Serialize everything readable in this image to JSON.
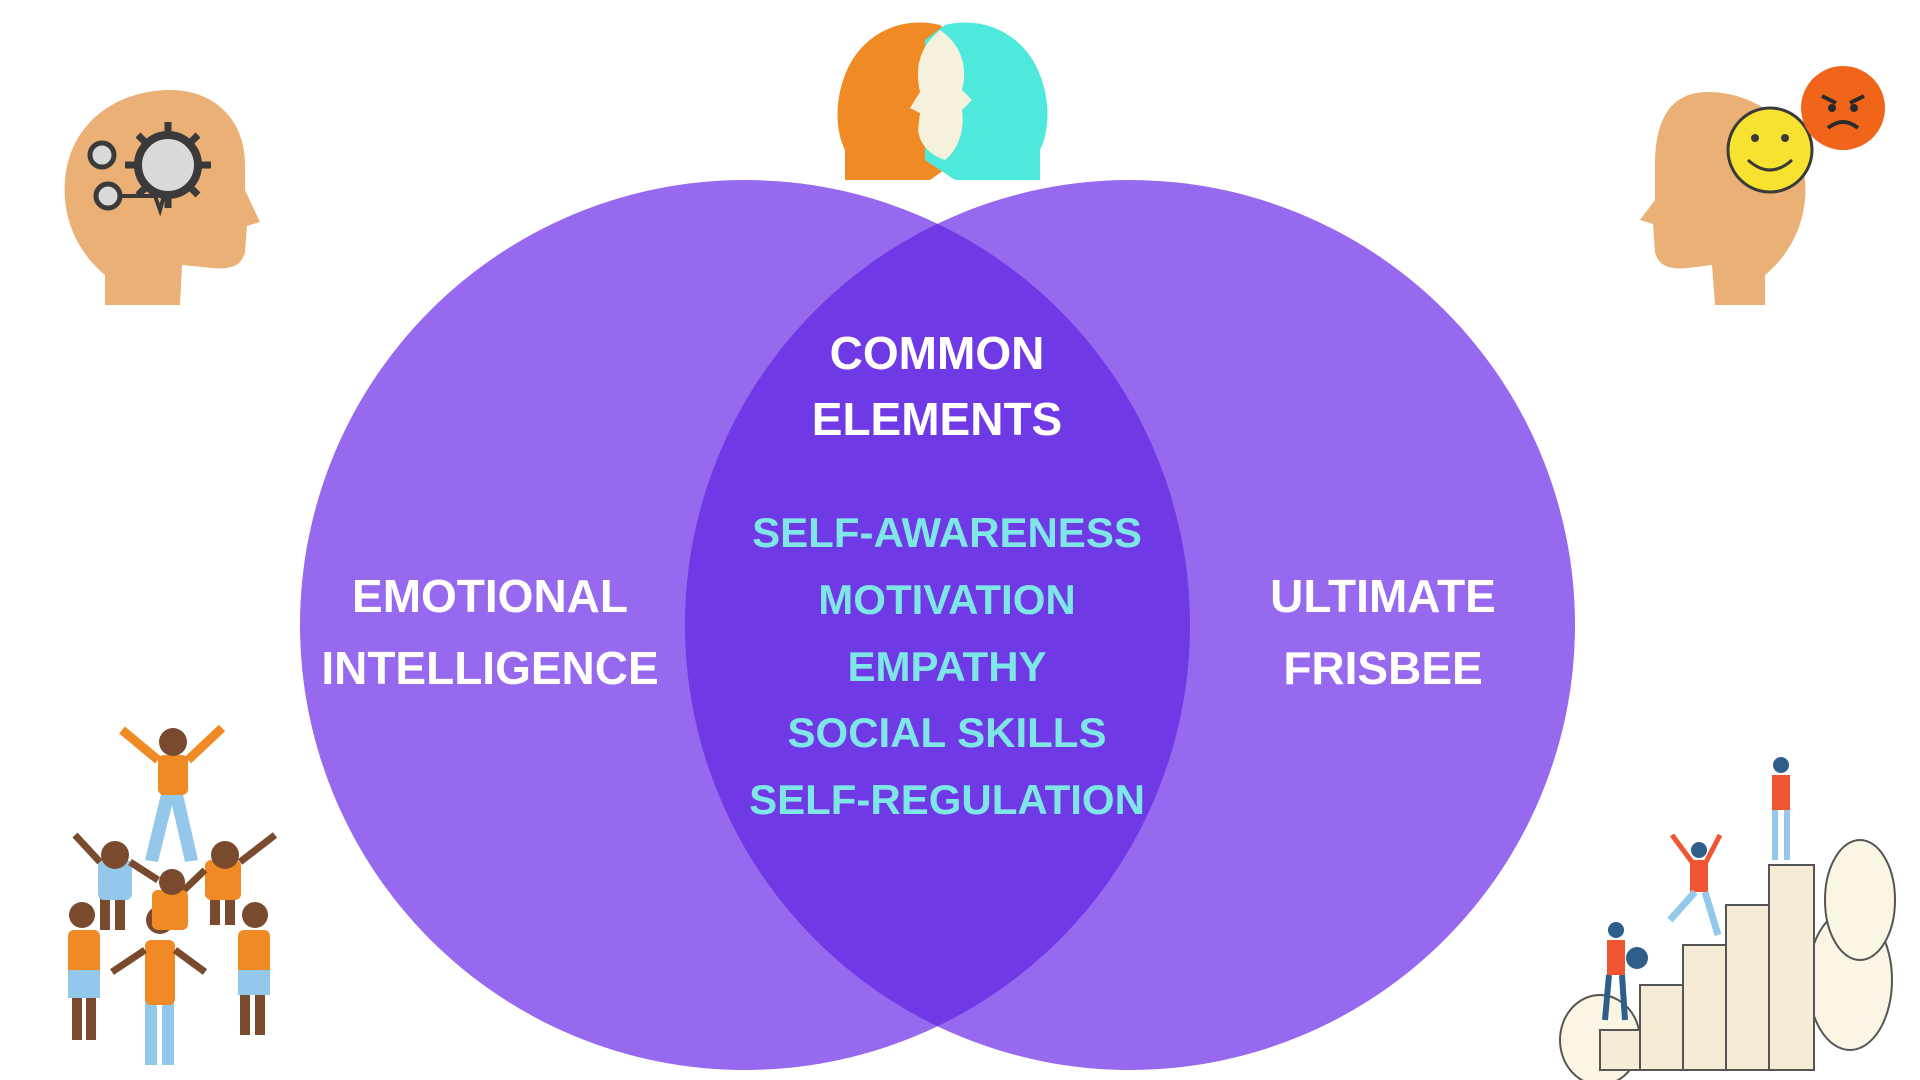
{
  "diagram": {
    "left_circle": {
      "label_line1": "EMOTIONAL",
      "label_line2": "INTELLIGENCE"
    },
    "right_circle": {
      "label_line1": "ULTIMATE",
      "label_line2": "FRISBEE"
    },
    "overlap": {
      "title_line1": "COMMON",
      "title_line2": "ELEMENTS",
      "items": [
        "SELF-AWARENESS",
        "MOTIVATION",
        "EMPATHY",
        "SOCIAL SKILLS",
        "SELF-REGULATION"
      ]
    }
  },
  "colors": {
    "circle": "#9669ef",
    "overlap": "#7039e6",
    "item_text": "#7ee6e6",
    "label_text": "#ffffff",
    "orange": "#f08a24",
    "skin": "#eab076",
    "teal": "#4ee8dd",
    "cream": "#f6f1dc",
    "blue": "#93c8ea",
    "red": "#f05533"
  },
  "icons": {
    "top_left": "head-gears-icon",
    "top_center": "two-faces-icon",
    "top_right": "head-emotions-icon",
    "bottom_left": "cheerleader-pyramid-illustration",
    "bottom_right": "growth-steps-illustration"
  }
}
